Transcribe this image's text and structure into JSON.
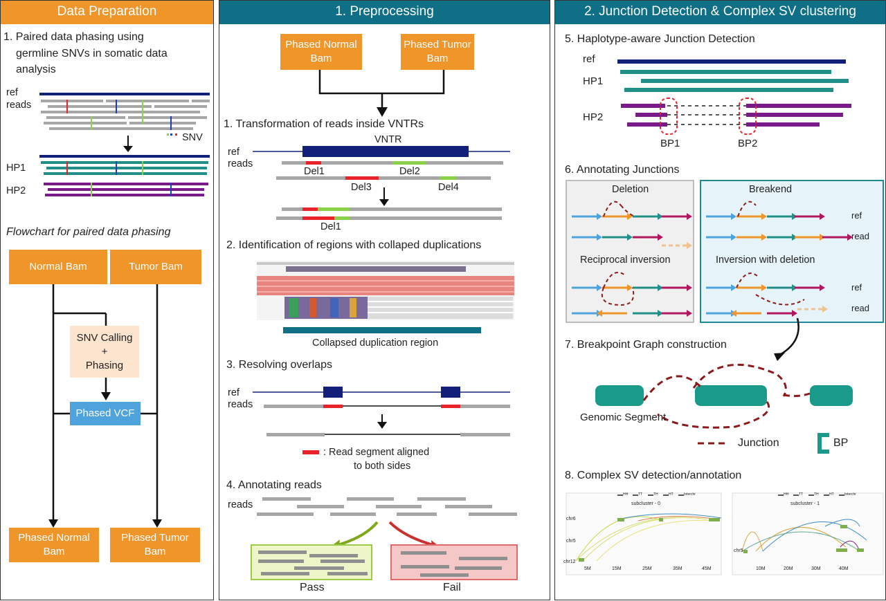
{
  "colors": {
    "orange": "#f0952a",
    "teal": "#0e6f87",
    "navy": "#13207a",
    "gray": "#a6a6a6",
    "red": "#e8232a",
    "green": "#8bd14a",
    "purple": "#7a1a8a",
    "hp1": "#1f8f88",
    "junction": "#8b1a1a",
    "blue": "#4fa3dd"
  },
  "panel1": {
    "header": "Data Preparation",
    "step1": [
      "1. Paired data phasing using",
      "germline SNVs in somatic data",
      "analysis"
    ],
    "ref": "ref",
    "reads": "reads",
    "snv": "SNV",
    "hp1": "HP1",
    "hp2": "HP2",
    "flowchart_title": "Flowchart for paired data phasing",
    "normal_bam": "Normal Bam",
    "tumor_bam": "Tumor Bam",
    "snv_calling": [
      "SNV Calling",
      "+",
      "Phasing"
    ],
    "phased_vcf": "Phased VCF",
    "phased_normal_bam": [
      "Phased Normal",
      "Bam"
    ],
    "phased_tumor_bam": [
      "Phased Tumor",
      "Bam"
    ]
  },
  "panel2": {
    "header": "1. Preprocessing",
    "phased_normal_bam": [
      "Phased Normal",
      "Bam"
    ],
    "phased_tumor_bam": [
      "Phased Tumor",
      "Bam"
    ],
    "step1": "1. Transformation of reads inside VNTRs",
    "ref": "ref",
    "reads": "reads",
    "vntr": "VNTR",
    "del1": "Del1",
    "del2": "Del2",
    "del3": "Del3",
    "del4": "Del4",
    "del1b": "Del1",
    "step2": "2. Identification of regions with collaped duplications",
    "collapsed": "Collapsed duplication region",
    "step3": "3. Resolving overlaps",
    "legend": [
      ": Read segment aligned",
      "to both sides"
    ],
    "step4": "4. Annotating reads",
    "pass": "Pass",
    "fail": "Fail"
  },
  "panel3": {
    "header": "2. Junction Detection & Complex SV clustering",
    "step5": "5. Haplotype-aware Junction Detection",
    "ref": "ref",
    "hp1": "HP1",
    "hp2": "HP2",
    "bp1": "BP1",
    "bp2": "BP2",
    "step6": "6. Annotating Junctions",
    "deletion": "Deletion",
    "breakend": "Breakend",
    "reciprocal": "Reciprocal inversion",
    "inv_del": "Inversion with deletion",
    "ref_lbl": "ref",
    "read_lbl": "read",
    "step7": "7. Breakpoint Graph construction",
    "genomic_segment": "Genomic Segment",
    "junction": "Junction",
    "bp": "BP",
    "step8": "8. Complex SV detection/annotation",
    "sub0": "subcluster - 0",
    "sub1": "subcluster - 1",
    "legend_items": [
      "HH",
      "TT",
      "TH",
      "HT",
      "Interchr"
    ],
    "chrs0": [
      "chr6",
      "chr5",
      "chr12"
    ],
    "xt0": [
      "5M",
      "15M",
      "25M",
      "35M",
      "45M"
    ],
    "chrs1": [
      "chr5"
    ],
    "xt1": [
      "10M",
      "20M",
      "30M",
      "40M"
    ]
  }
}
